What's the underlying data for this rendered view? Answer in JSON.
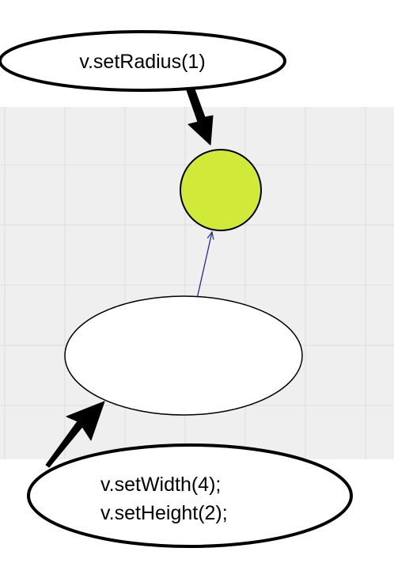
{
  "callouts": {
    "top_label": "v.setRadius(1)",
    "bottom_label_line1": "v.setWidth(4);",
    "bottom_label_line2": "v.setHeight(2);"
  },
  "colors": {
    "canvas_background": "#efefef",
    "grid_line": "#dcdcdc",
    "circle_fill": "#d1ea3a",
    "node_fill": "#ffffff",
    "edge": "#1f2f8a",
    "stroke": "#000000"
  }
}
